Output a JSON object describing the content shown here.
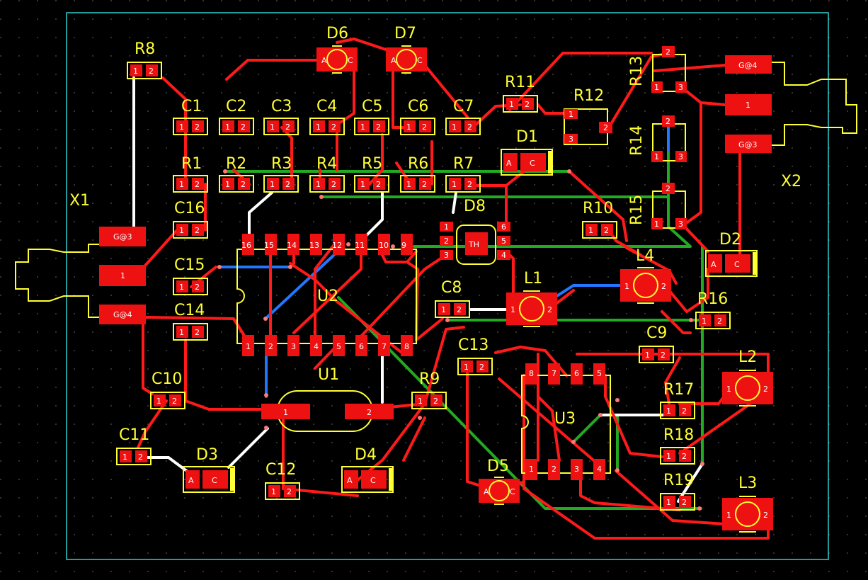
{
  "colors": {
    "background": "#000000",
    "board_outline": "#33cccc",
    "silkscreen": "#ffff33",
    "pad": "#ee1111",
    "trace_top": "#ff1a1a",
    "trace_bottom": "#22aa22",
    "trace_blue": "#2277ff",
    "jumper": "#ffffff"
  },
  "labels": {
    "R8": "R8",
    "D6": "D6",
    "D7": "D7",
    "R11": "R11",
    "R12": "R12",
    "R13": "R13",
    "R14": "R14",
    "R15": "R15",
    "R16": "R16",
    "R17": "R17",
    "R18": "R18",
    "R19": "R19",
    "R1": "R1",
    "R2": "R2",
    "R3": "R3",
    "R4": "R4",
    "R5": "R5",
    "R6": "R6",
    "R7": "R7",
    "R9": "R9",
    "R10": "R10",
    "C1": "C1",
    "C2": "C2",
    "C3": "C3",
    "C4": "C4",
    "C5": "C5",
    "C6": "C6",
    "C7": "C7",
    "C8": "C8",
    "C9": "C9",
    "C10": "C10",
    "C11": "C11",
    "C12": "C12",
    "C13": "C13",
    "C14": "C14",
    "C15": "C15",
    "C16": "C16",
    "D1": "D1",
    "D2": "D2",
    "D3": "D3",
    "D4": "D4",
    "D5": "D5",
    "D8": "D8",
    "U1": "U1",
    "U2": "U2",
    "U3": "U3",
    "L1": "L1",
    "L2": "L2",
    "L3": "L3",
    "L4": "L4",
    "X1": "X1",
    "X2": "X2"
  },
  "pins": {
    "one": "1",
    "two": "2",
    "three": "3",
    "four": "4",
    "five": "5",
    "six": "6",
    "seven": "7",
    "eight": "8",
    "nine": "9",
    "ten": "10",
    "eleven": "11",
    "twelve": "12",
    "thirteen": "13",
    "fourteen": "14",
    "fifteen": "15",
    "sixteen": "16",
    "A": "A",
    "C": "C",
    "TH": "TH",
    "G3": "G@3",
    "G4": "G@4"
  }
}
